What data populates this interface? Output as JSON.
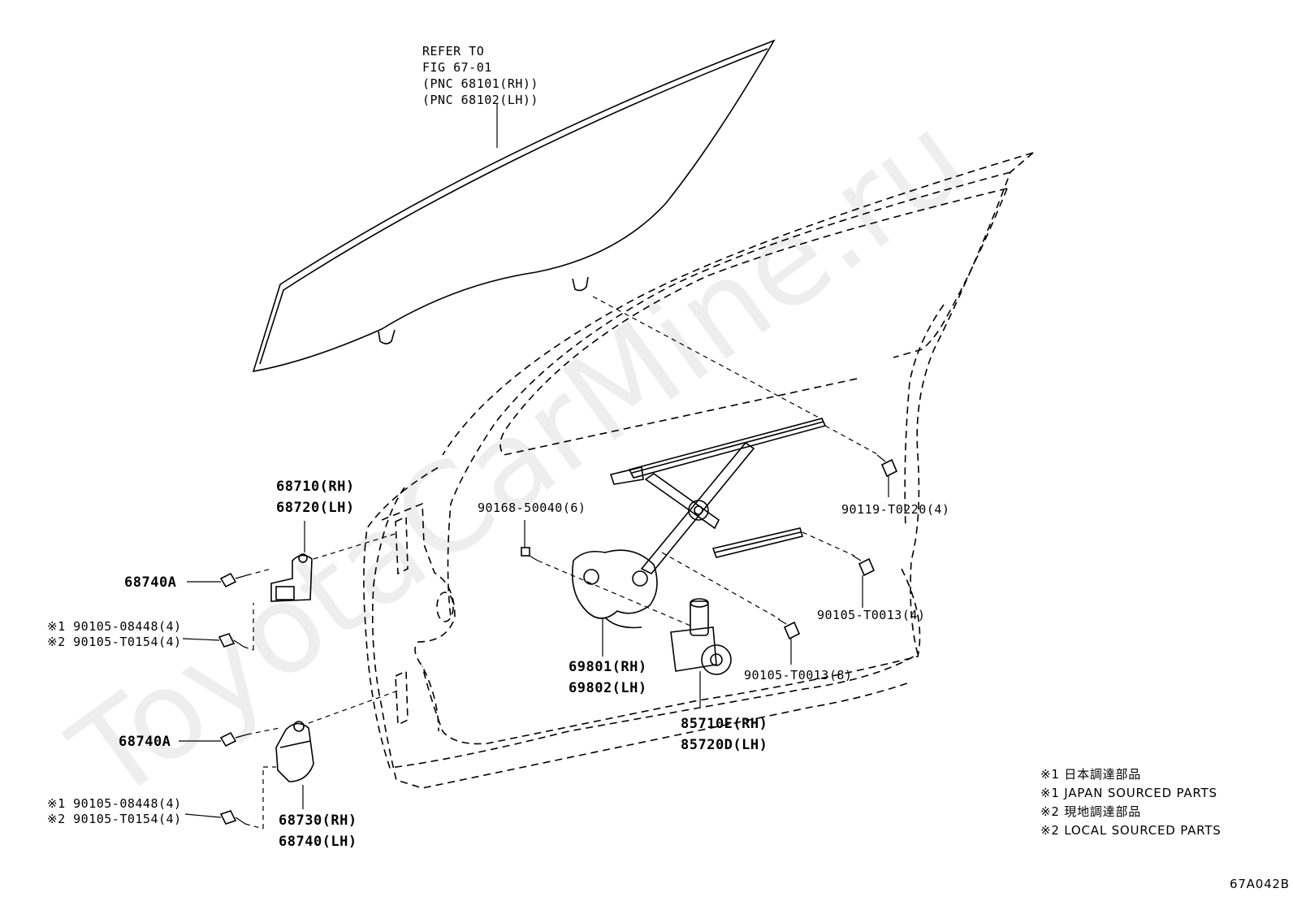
{
  "watermark": "ToyotaCarMine.ru",
  "glass_ref": {
    "line1": "REFER TO",
    "line2": "FIG 67-01",
    "line3": "(PNC 68101(RH))",
    "line4": "(PNC 68102(LH))"
  },
  "callouts": {
    "hinge_upper_rh": "68710(RH)",
    "hinge_upper_lh": "68720(LH)",
    "bolt_upper": "68740A",
    "bolt_upper_j": "※1 90105-08448(4)",
    "bolt_upper_l": "※2 90105-T0154(4)",
    "bolt_lower": "68740A",
    "bolt_lower_j": "※1 90105-08448(4)",
    "bolt_lower_l": "※2 90105-T0154(4)",
    "hinge_lower_rh": "68730(RH)",
    "hinge_lower_lh": "68740(LH)",
    "screw_small": "90168-50040(6)",
    "bolt_t0220": "90119-T0220(4)",
    "bolt_t0013_4": "90105-T0013(4)",
    "bolt_t0013_8": "90105-T0013(8)",
    "regulator_rh": "69801(RH)",
    "regulator_lh": "69802(LH)",
    "motor_rh": "85710E(RH)",
    "motor_lh": "85720D(LH)"
  },
  "legend": [
    "※1 日本調達部品",
    "※1 JAPAN SOURCED PARTS",
    "※2 現地調達部品",
    "※2 LOCAL SOURCED PARTS"
  ],
  "figure_code": "67A042B"
}
